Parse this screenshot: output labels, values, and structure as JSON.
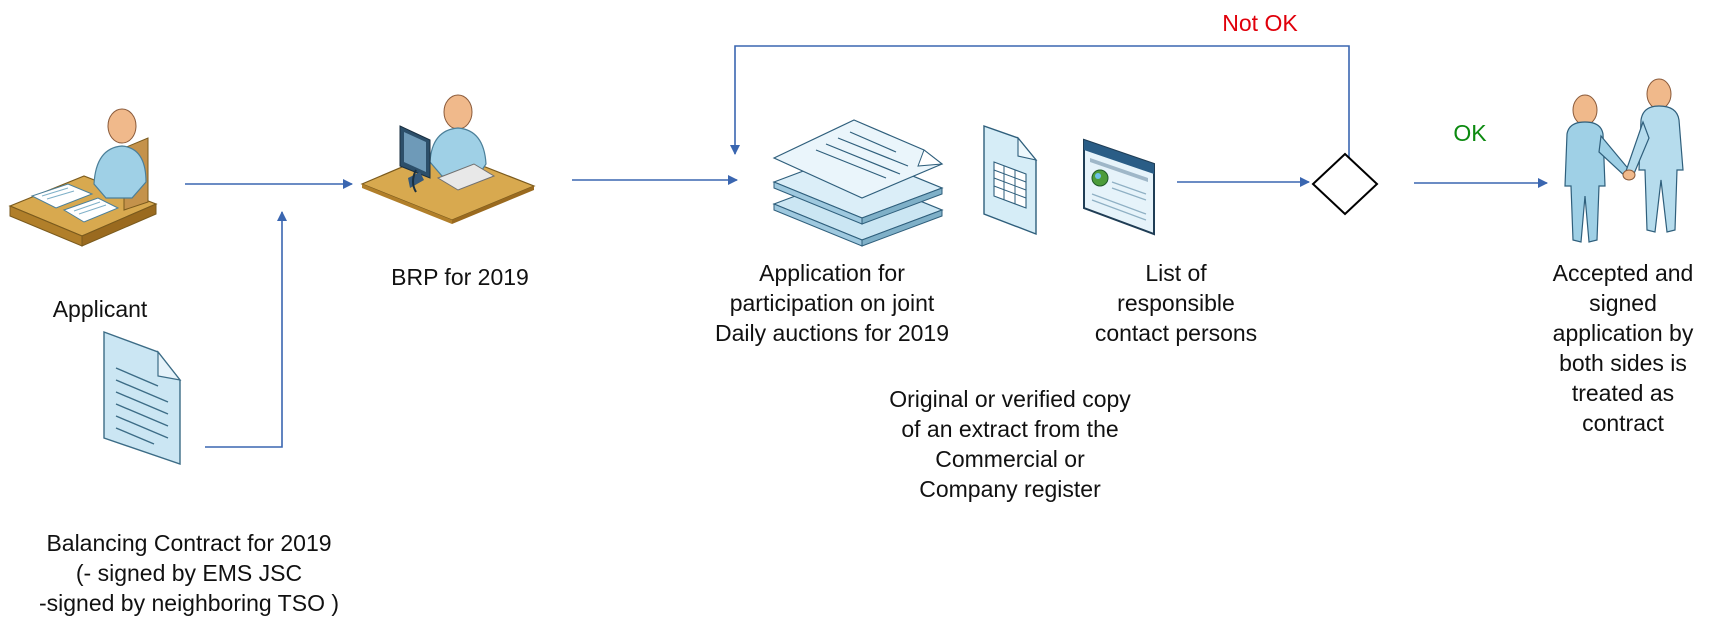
{
  "labels": {
    "applicant": "Applicant",
    "balancing_contract": "Balancing Contract for 2019\n(- signed by EMS JSC\n-signed by neighboring TSO )",
    "brp": "BRP for 2019",
    "application": "Application for\nparticipation on joint\nDaily auctions for 2019",
    "contact_list": "List of\nresponsible\ncontact persons",
    "extract": "Original or verified copy\nof an extract from the\nCommercial or\nCompany register",
    "accepted": "Accepted and\nsigned\napplication by\nboth sides is\ntreated as\ncontract",
    "not_ok": "Not OK",
    "ok": "OK"
  },
  "colors": {
    "arrow": "#3a66b0",
    "not_ok": "#e0000b",
    "ok": "#0c8a10"
  },
  "icons": {
    "applicant": "person-at-desk-with-papers-icon",
    "balancing_contract": "document-icon",
    "brp": "person-at-computer-icon",
    "application": "stacked-documents-icon",
    "spreadsheet": "spreadsheet-document-icon",
    "web_page": "web-page-icon",
    "decision": "decision-diamond-icon",
    "accepted": "handshake-icon"
  }
}
